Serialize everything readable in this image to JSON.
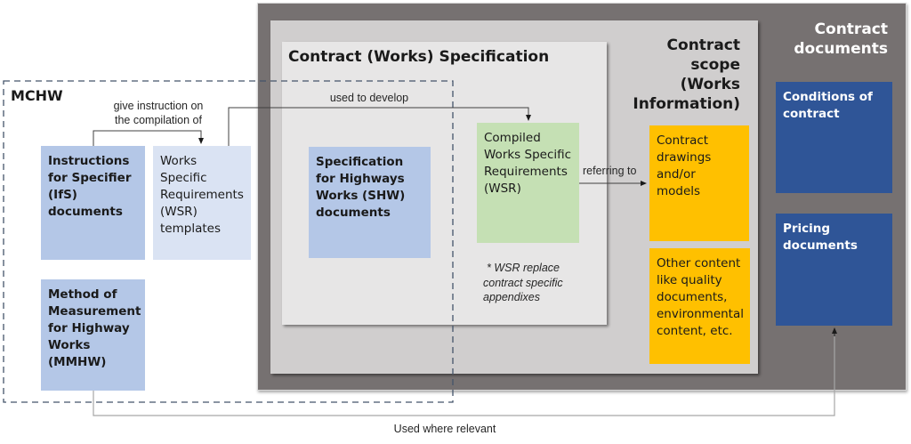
{
  "diagram": {
    "contract_documents": {
      "title": "Contract documents",
      "title_lines": [
        "Contract",
        "documents"
      ],
      "conditions": "Conditions of contract",
      "pricing": "Pricing documents"
    },
    "contract_scope": {
      "title_lines": [
        "Contract scope",
        "(Works",
        "Information)"
      ],
      "drawings": "Contract drawings and/or models",
      "other": "Other content like quality documents, environmental content, etc."
    },
    "contract_spec": {
      "title": "Contract (Works) Specification",
      "shw": "Specification for Highways Works (SHW) documents",
      "compiled_wsr": "Compiled Works Specific Requirements (WSR)",
      "note_lines": [
        "* WSR replace",
        "contract specific",
        "appendixes"
      ]
    },
    "mchw": {
      "title": "MCHW",
      "ifs": "Instructions for Specifier (IfS) documents",
      "wsr_templates": "Works Specific Requirements (WSR) templates",
      "mmhw": "Method of Measurement for Highway Works (MMHW)"
    },
    "connectors": {
      "give_instruction_lines": [
        "give instruction on",
        "the compilation of"
      ],
      "used_to_develop": "used to develop",
      "referring_to": "referring to",
      "used_where_relevant": "Used where relevant"
    },
    "colors": {
      "outer_frame": "#767171",
      "scope_frame": "#d0cece",
      "spec_frame": "#e7e6e6",
      "mchw_border": "#44546a",
      "ifs_fill": "#b4c7e7",
      "wsr_template_fill": "#dae3f3",
      "compiled_fill": "#c5e0b4",
      "scope_item_fill": "#ffc000",
      "contract_doc_fill": "#2f5597"
    }
  }
}
